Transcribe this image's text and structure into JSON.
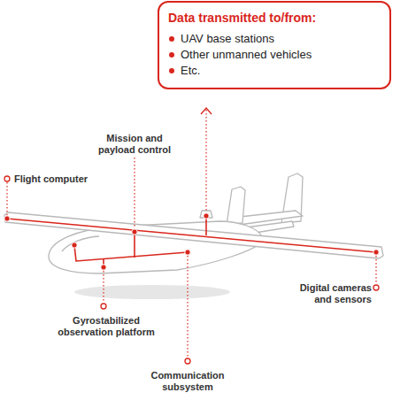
{
  "diagram": {
    "nodes": [
      {
        "text": [
          "Data transmitted to/from:",
          "UAV base stations",
          "Other unmanned vehicles",
          "Etc."
        ]
      }
    ],
    "labels": [
      "Mission and payload control",
      "Flight computer",
      "Digital cameras and sensors",
      "Gyrostabilized observation platform",
      "Communication subsystem"
    ]
  }
}
